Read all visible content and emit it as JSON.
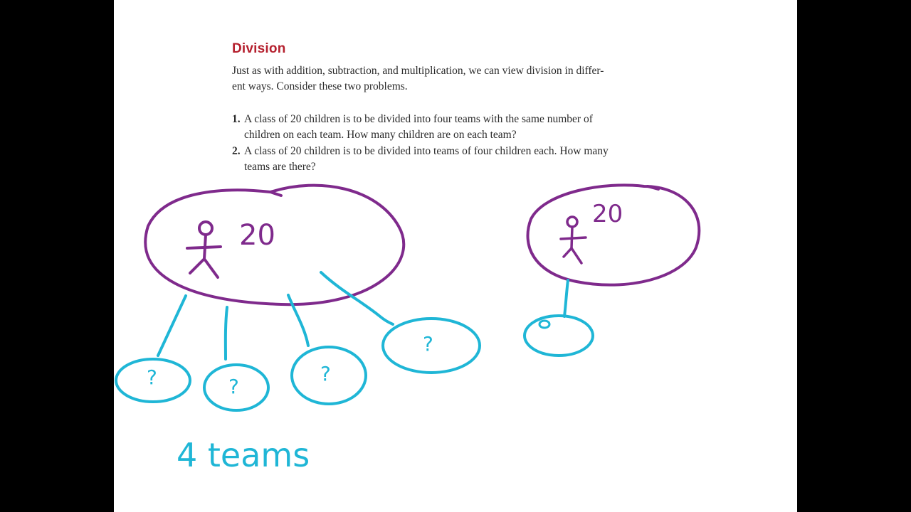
{
  "section_title": "Division",
  "intro": {
    "line1": "Just as with addition, subtraction, and multiplication, we can view division in differ-",
    "line2": "ent ways. Consider these two problems."
  },
  "problems": [
    {
      "number": "1.",
      "line1": "A class of 20 children is to be divided into four teams with the same number of",
      "line2": "children on each team. How many children are on each team?"
    },
    {
      "number": "2.",
      "line1": "A class of 20 children is to be divided into teams of four children each. How many",
      "line2": "teams are there?"
    }
  ],
  "annotations": {
    "class_count_left": "20",
    "class_count_right": "20",
    "unknown_mark": "?",
    "teams_label": "4 teams"
  },
  "colors": {
    "background": "#000000",
    "page": "#ffffff",
    "title_red": "#b5202e",
    "ink_purple": "#7f2a8c",
    "ink_cyan": "#1fb6d6"
  }
}
